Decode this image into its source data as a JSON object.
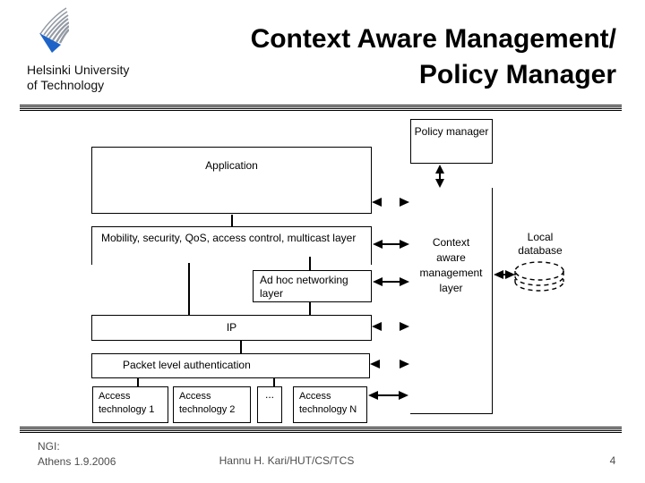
{
  "slide": {
    "institution": {
      "line1": "Helsinki University",
      "line2": "of Technology"
    },
    "title": {
      "line1": "Context Aware Management/",
      "line2": "Policy Manager"
    },
    "footer": {
      "event_line1": "NGI:",
      "event_line2": "Athens 1.9.2006",
      "author": "Hannu H. Kari/HUT/CS/TCS",
      "page_number": "4"
    }
  },
  "diagram": {
    "stack": {
      "application": "Application",
      "mobility": "Mobility, security, QoS, access control, multicast layer",
      "adhoc": "Ad hoc networking layer",
      "ip": "IP",
      "packet_auth": "Packet level authentication",
      "access_tech_1": "Access technology 1",
      "access_tech_2": "Access technology 2",
      "access_tech_ellipsis": "...",
      "access_tech_n": "Access technology N"
    },
    "right_side": {
      "policy_manager": "Policy manager",
      "context_layer": "Context aware management layer",
      "local_database": "Local database"
    }
  },
  "colors": {
    "background": "#ffffff",
    "line": "#000000",
    "logo_gray": "#939aa4",
    "logo_blue": "#1e64c8",
    "footer_text": "#4d4d4d"
  }
}
